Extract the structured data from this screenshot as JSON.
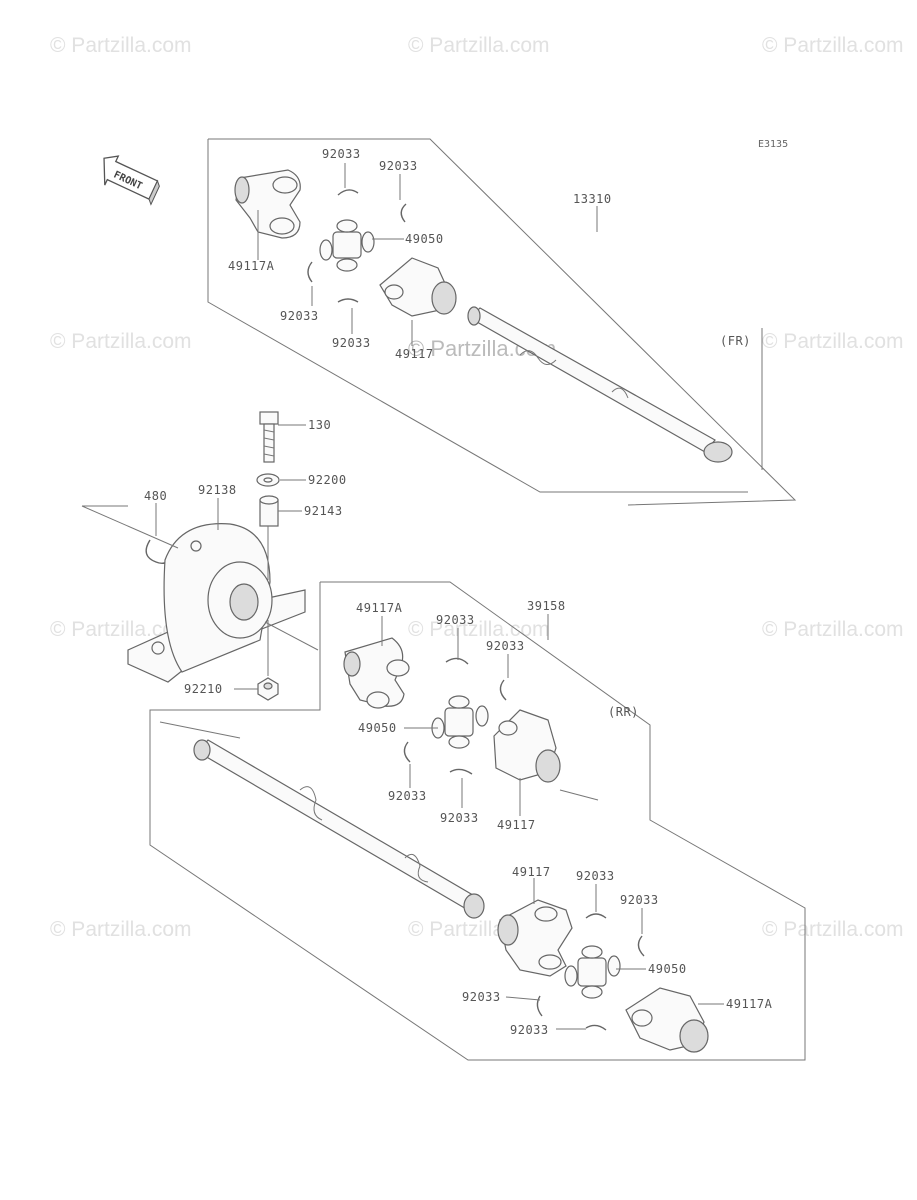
{
  "watermark": "© Partzilla.com",
  "diagram_code": "E3135",
  "front_label": "FRONT",
  "section_labels": {
    "front": "(FR)",
    "rear": "(RR)"
  },
  "labels": {
    "p13310": "13310",
    "p92033": "92033",
    "p49050": "49050",
    "p49117A": "49117A",
    "p49117": "49117",
    "p130": "130",
    "p92200": "92200",
    "p92143": "92143",
    "p480": "480",
    "p92138": "92138",
    "p92210": "92210",
    "p39158": "39158"
  }
}
